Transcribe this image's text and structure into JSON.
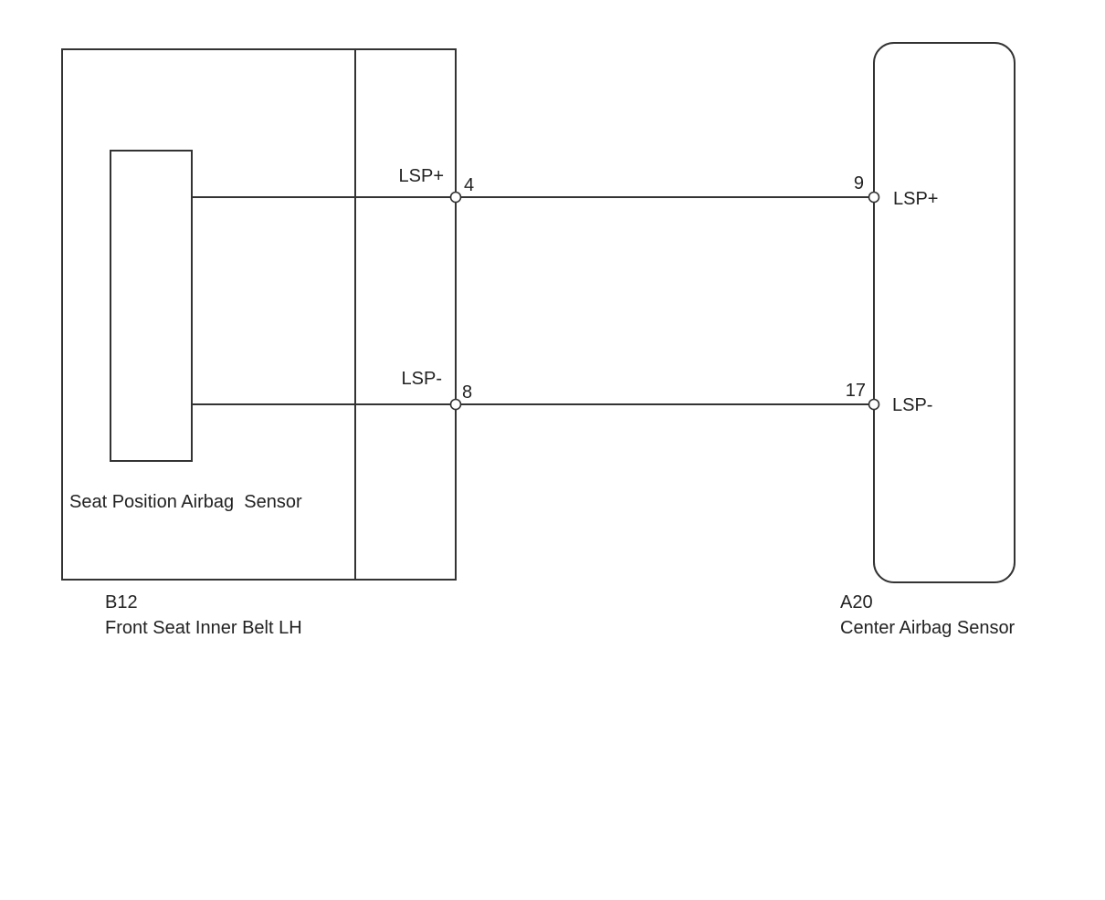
{
  "left_component": {
    "code": "B12",
    "name": "Front Seat Inner Belt LH",
    "inner_sensor_label": "Seat Position Airbag  Sensor",
    "signal_plus": "LSP+",
    "signal_minus": "LSP-",
    "pin_plus": "4",
    "pin_minus": "8"
  },
  "right_component": {
    "code": "A20",
    "name": "Center Airbag Sensor",
    "signal_plus": "LSP+",
    "signal_minus": "LSP-",
    "pin_plus": "9",
    "pin_minus": "17"
  },
  "colors": {
    "line": "#333333",
    "text": "#222222",
    "background": "#ffffff"
  }
}
